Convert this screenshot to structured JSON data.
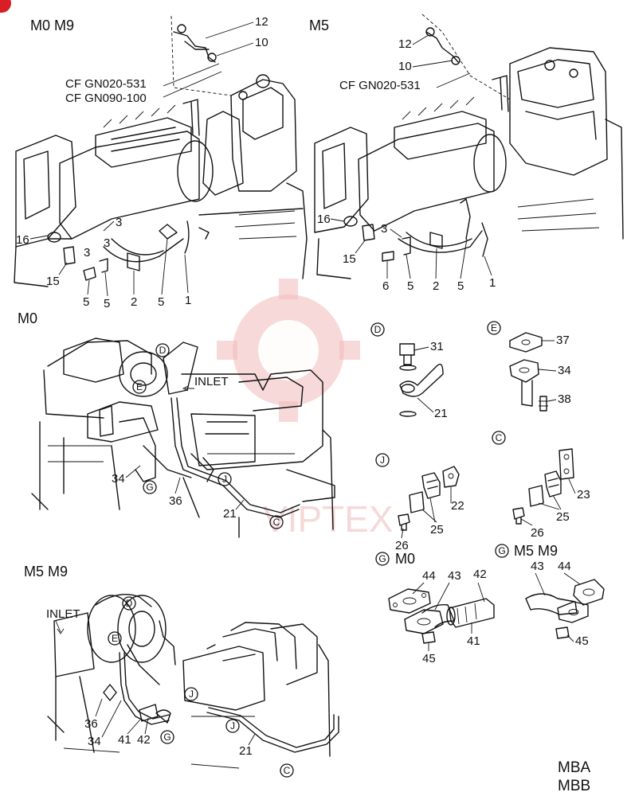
{
  "sections": {
    "top_left_title": "M0 M9",
    "top_right_title": "M5",
    "mid_left_title": "M0",
    "bottom_left_title": "M5 M9"
  },
  "part_refs": {
    "cf_top_left_1": "CF GN020-531",
    "cf_top_left_2": "CF GN090-100",
    "cf_top_right": "CF GN020-531"
  },
  "inlet_label": "INLET",
  "detail_marks": {
    "D": "D",
    "E": "E",
    "C": "C",
    "J": "J",
    "G": "G"
  },
  "detail_headers": {
    "g_m0": "M0",
    "g_m5m9": "M5 M9"
  },
  "callouts": {
    "tl": [
      "12",
      "10",
      "16",
      "15",
      "3",
      "3",
      "3",
      "5",
      "5",
      "2",
      "5",
      "1"
    ],
    "tr": [
      "12",
      "10",
      "16",
      "3",
      "15",
      "6",
      "5",
      "2",
      "5",
      "1"
    ],
    "mid": [
      "34",
      "36",
      "21"
    ],
    "detail_d": [
      "31",
      "21"
    ],
    "detail_e": [
      "37",
      "34",
      "38"
    ],
    "detail_j": [
      "22",
      "25",
      "26"
    ],
    "detail_c": [
      "23",
      "25",
      "26"
    ],
    "detail_g_m0": [
      "44",
      "43",
      "42",
      "41",
      "45"
    ],
    "detail_g_m5": [
      "43",
      "44",
      "45"
    ],
    "bottom": [
      "36",
      "34",
      "41",
      "42",
      "21"
    ]
  },
  "model_codes": [
    "MBA",
    "MBB"
  ],
  "watermark_text": "VIPTEX"
}
